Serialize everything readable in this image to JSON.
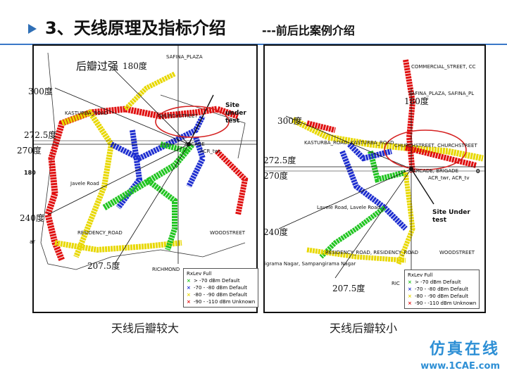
{
  "slide": {
    "title_main": "3、天线原理及指标介绍",
    "title_sub": "---前后比案例介绍",
    "accent": "#2f6fb6"
  },
  "left_panel": {
    "note": "后瓣过强",
    "site_label": "Site under test",
    "caption": "天线后瓣较大",
    "degrees": [
      "180度",
      "300度",
      "272.5度",
      "270度",
      "240度",
      "207.5度"
    ],
    "streets": [
      "SAFINA_PLAZA",
      "KASTURBA_ROAD",
      "CHURCHSTREET",
      "ARCADE",
      "ACR_twr",
      "Javele Road",
      "RESIDENCY_ROAD",
      "WOODSTREET",
      "RICHMOND"
    ],
    "edge_label_180": "180",
    "edge_label_ar": "ar"
  },
  "right_panel": {
    "site_label": "Site Under test",
    "caption": "天线后瓣较小",
    "degrees": [
      "180度",
      "300度",
      "272.5度",
      "270度",
      "240度",
      "207.5度"
    ],
    "streets": [
      "COMMERCIAL_STREET, CC",
      "SAFINA_PLAZA, SAFINA_PL",
      "KASTURBA_ROAD, KASTURBA_ROAD",
      "CHURCHSTREET, CHURCHSTREET",
      "ARCADE, BRIGADE",
      "ACR_twr, ACR_tv",
      "Lavele Road, Lavele Road",
      "RESIDENCY_ROAD, RESIDENCY_ROAD",
      "WOODSTREET",
      "igrama Nagar, Sampangirama Nagar",
      "RIC"
    ],
    "edge_label_0": "0"
  },
  "legend": {
    "title": "RxLev Full",
    "items": [
      {
        "label": "> -70 dBm Default",
        "color": "#22c522"
      },
      {
        "label": "-70 - -80 dBm Default",
        "color": "#1f2fd0"
      },
      {
        "label": "-80 - -90 dBm Default",
        "color": "#e8d800"
      },
      {
        "label": "-90 - -110 dBm Unknown",
        "color": "#e01010"
      }
    ]
  },
  "brand": {
    "name": "仿真在线",
    "url": "www.1CAE.com"
  }
}
